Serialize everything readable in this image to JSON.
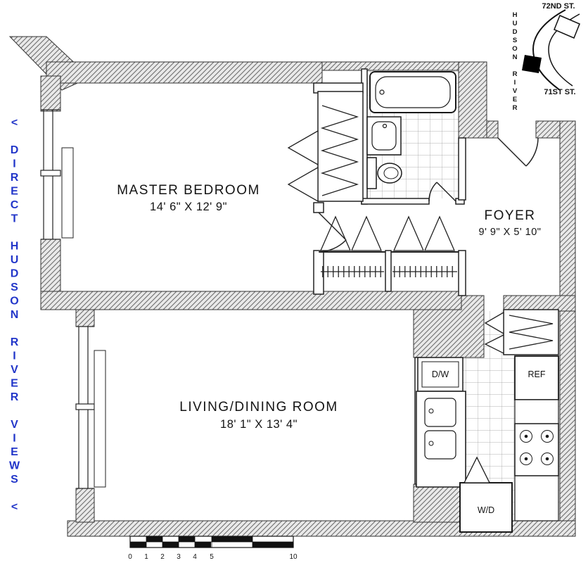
{
  "annotations": {
    "view_note": "<  D I R E C T  H U D S O N  R I V E R  V I E W S  <",
    "view_note_plain": "< DIRECT HUDSON RIVER VIEWS <"
  },
  "rooms": {
    "master_bedroom": {
      "name": "MASTER BEDROOM",
      "dims": "14' 6\" X 12' 9\""
    },
    "foyer": {
      "name": "FOYER",
      "dims": "9' 9\" X 5' 10\""
    },
    "living_dining": {
      "name": "LIVING/DINING ROOM",
      "dims": "18' 1\" X 13' 4\""
    }
  },
  "labels": {
    "dishwasher": "D/W",
    "refrigerator": "REF",
    "washer_dryer": "W/D"
  },
  "map": {
    "street_top": "72ND ST.",
    "street_bottom": "71ST ST.",
    "river": "HUDSON RIVER"
  },
  "scale": {
    "ticks": [
      "0",
      "1",
      "2",
      "3",
      "4",
      "5",
      "10"
    ]
  },
  "colors": {
    "note_blue": "#2236c9",
    "wall_hatch": "#6e6e6e",
    "line": "#141414"
  }
}
